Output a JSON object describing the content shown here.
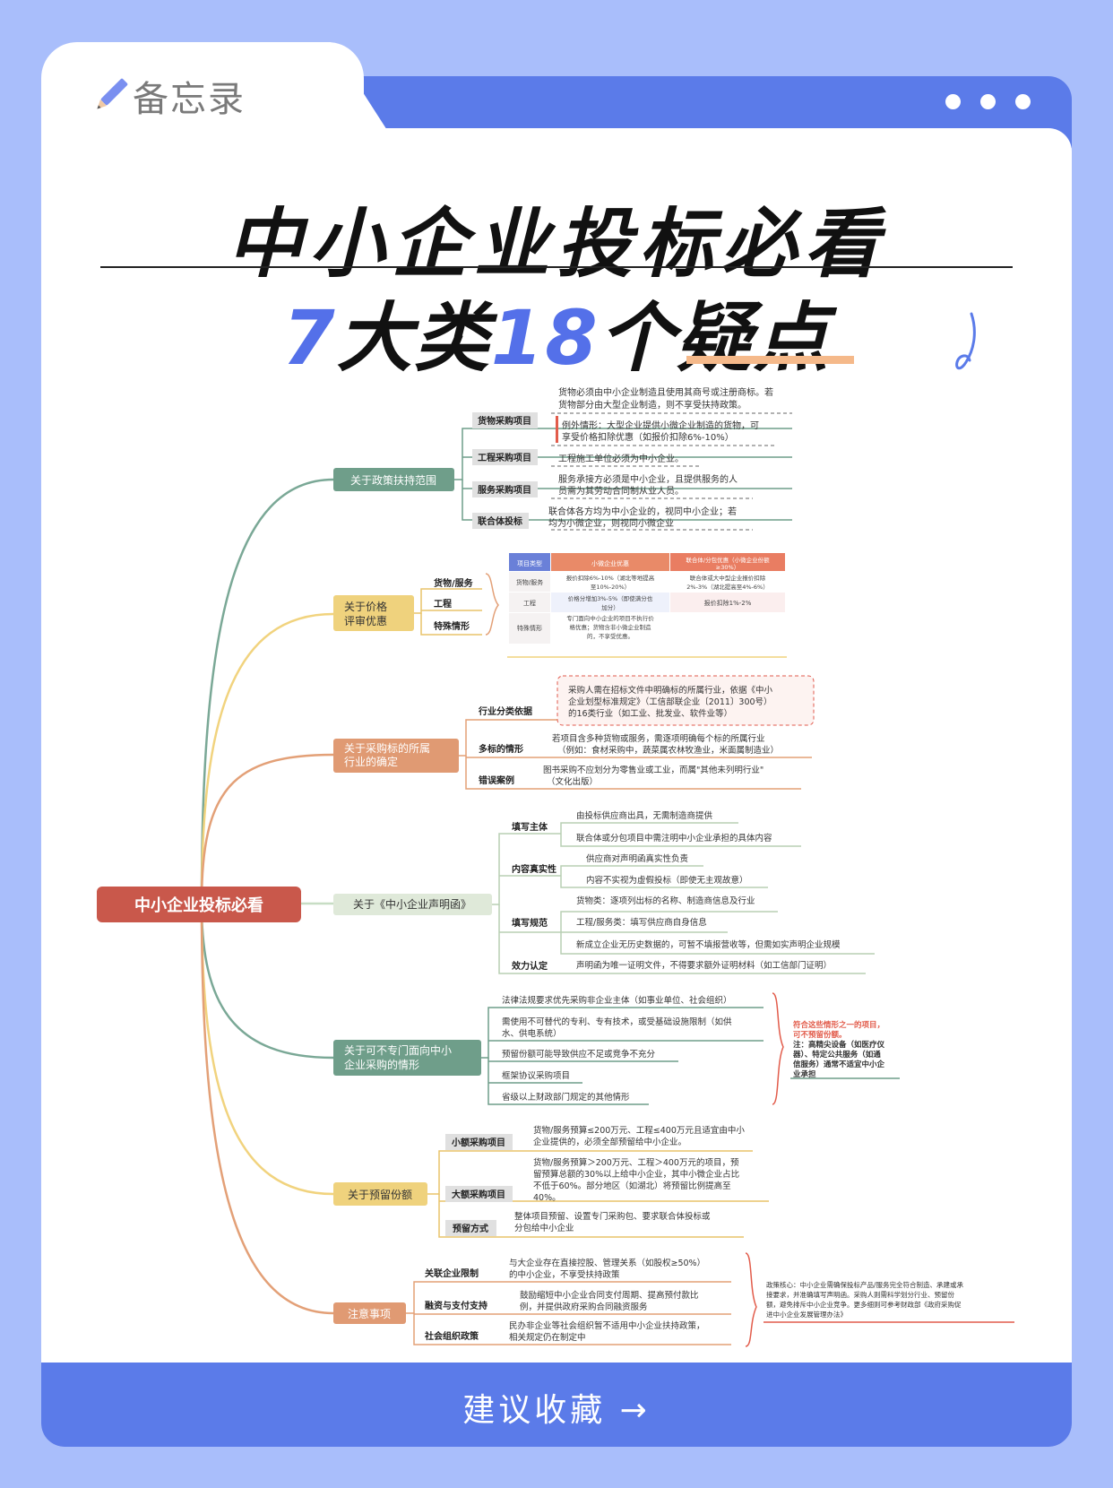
{
  "header": {
    "memo_label": "备忘录",
    "title_line1": "中小企业投标必看",
    "title_num1": "7",
    "title_mid": "大类",
    "title_num2": "18",
    "title_end": "个疑点"
  },
  "footer": {
    "cta": "建议收藏 →"
  },
  "mindmap": {
    "root": "中小企业投标必看",
    "b1": {
      "label": "关于政策扶持范围",
      "s1": "货物采购项目",
      "s1_t1a": "货物必须由中小企业制造且使用其商号或注册商标。若",
      "s1_t1b": "货物部分由大型企业制造，则不享受扶持政策。",
      "s1_t2a": "例外情形：大型企业提供小微企业制造的货物，可",
      "s1_t2b": "享受价格扣除优惠（如报价扣除6%-10%）",
      "s2": "工程采购项目",
      "s2_t": "工程施工单位必须为中小企业。",
      "s3": "服务采购项目",
      "s3_ta": "服务承接方必须是中小企业，且提供服务的人",
      "s3_tb": "员需为其劳动合同制从业人员。",
      "s4": "联合体投标",
      "s4_ta": "联合体各方均为中小企业的，视同中小企业；若",
      "s4_tb": "均为小微企业，则视同小微企业"
    },
    "b2": {
      "label_a": "关于价格",
      "label_b": "评审优惠",
      "s1": "货物/服务",
      "s2": "工程",
      "s3": "特殊情形",
      "table_head": [
        "项目类型",
        "小微企业优惠",
        "联合体/分包优惠（小微企业份额≥30%）"
      ],
      "r1": [
        "货物/服务",
        "报价扣除6%-10%（湖北等地提高至10%-20%）",
        "联合体或大中型企业报价扣除2%-3%（湖北提高至4%-6%）"
      ],
      "r2": [
        "工程",
        "价格分增加3%-5%（即使满分也加分）",
        "报价扣除1%-2%"
      ],
      "r3": [
        "特殊情形",
        "专门面向中小企业的项目不执行价格优惠；货物含非小微企业制造的，不享受优惠。",
        ""
      ]
    },
    "b3": {
      "label_a": "关于采购标的所属",
      "label_b": "行业的确定",
      "s1": "行业分类依据",
      "s1_ta": "采购人需在招标文件中明确标的所属行业，依据《中小",
      "s1_tb": "企业划型标准规定》（工信部联企业〔2011〕300号）",
      "s1_tc": "的16类行业（如工业、批发业、软件业等）",
      "s2": "多标的情形",
      "s2_ta": "若项目含多种货物或服务，需逐项明确每个标的所属行业",
      "s2_tb": "（例如：食材采购中，蔬菜属农林牧渔业，米面属制造业）",
      "s3": "错误案例",
      "s3_ta": "图书采购不应划分为零售业或工业，而属\"其他未列明行业\"",
      "s3_tb": "（文化出版）"
    },
    "b4": {
      "label": "关于《中小企业声明函》",
      "s1": "填写主体",
      "s1_t1": "由投标供应商出具，无需制造商提供",
      "s1_t2": "联合体或分包项目中需注明中小企业承担的具体内容",
      "s2": "内容真实性",
      "s2_t1": "供应商对声明函真实性负责",
      "s2_t2": "内容不实视为虚假投标（即使无主观故意）",
      "s3": "填写规范",
      "s3_t1": "货物类：逐项列出标的名称、制造商信息及行业",
      "s3_t2": "工程/服务类：填写供应商自身信息",
      "s3_t3": "新成立企业无历史数据的，可暂不填报营收等，但需如实声明企业规模",
      "s4": "效力认定",
      "s4_t": "声明函为唯一证明文件，不得要求额外证明材料（如工信部门证明）"
    },
    "b5": {
      "label_a": "关于可不专门面向中小",
      "label_b": "企业采购的情形",
      "t1": "法律法规要求优先采购非企业主体（如事业单位、社会组织）",
      "t2a": "需使用不可替代的专利、专有技术，或受基础设施限制（如供",
      "t2b": "水、供电系统）",
      "t3": "预留份额可能导致供应不足或竞争不充分",
      "t4": "框架协议采购项目",
      "t5": "省级以上财政部门规定的其他情形",
      "note_a": "符合这些情形之一的项目，",
      "note_b": "可不预留份额。",
      "note_c": "注：高精尖设备（如医疗仪",
      "note_d": "器）、特定公共服务（如通",
      "note_e": "信服务）通常不适宜中小企",
      "note_f": "业承担"
    },
    "b6": {
      "label": "关于预留份额",
      "s1": "小额采购项目",
      "s1_ta": "货物/服务预算≤200万元、工程≤400万元且适宜由中小",
      "s1_tb": "企业提供的，必须全部预留给中小企业。",
      "s2": "大额采购项目",
      "s2_ta": "货物/服务预算＞200万元、工程＞400万元的项目，预",
      "s2_tb": "留预算总额的30%以上给中小企业，其中小微企业占比",
      "s2_tc": "不低于60%。部分地区（如湖北）将预留比例提高至",
      "s2_td": "40%。",
      "s3": "预留方式",
      "s3_ta": "整体项目预留、设置专门采购包、要求联合体投标或",
      "s3_tb": "分包给中小企业"
    },
    "b7": {
      "label": "注意事项",
      "s1": "关联企业限制",
      "s1_ta": "与大企业存在直接控股、管理关系（如股权≥50%）",
      "s1_tb": "的中小企业，不享受扶持政策",
      "s2": "融资与支付支持",
      "s2_ta": "鼓励缩短中小企业合同支付周期、提高预付款比",
      "s2_tb": "例，并提供政府采购合同融资服务",
      "s3": "社会组织政策",
      "s3_ta": "民办非企业等社会组织暂不适用中小企业扶持政策，",
      "s3_tb": "相关规定仍在制定中",
      "note_a": "政策核心：中小企业需确保投标产品/服务完全符合制造、承建或承",
      "note_b": "接要求，并准确填写声明函。采购人则需科学划分行业、预留份",
      "note_c": "额，避免排斥中小企业竞争。更多细则可参考财政部《政府采购促",
      "note_d": "进中小企业发展管理办法》"
    }
  }
}
